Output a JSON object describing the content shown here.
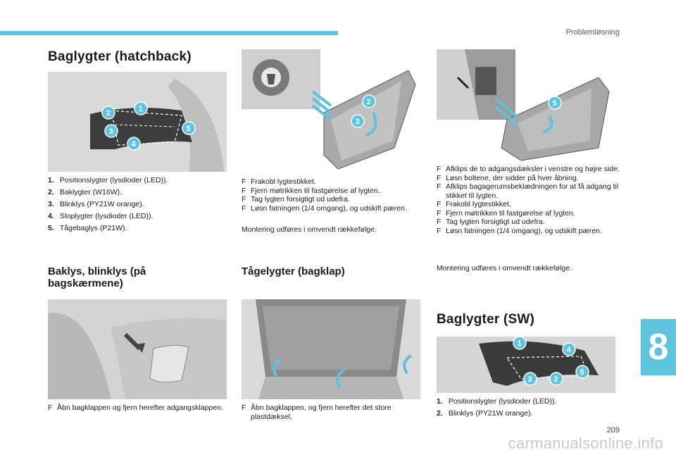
{
  "header": {
    "section": "Problemløsning"
  },
  "col1": {
    "title": "Baglygter (hatchback)",
    "items": [
      {
        "num": "1.",
        "text": "Positionslygter (lysdioder (LED))."
      },
      {
        "num": "2.",
        "text": "Baklygter (W16W)."
      },
      {
        "num": "3.",
        "text": "Blinklys (PY21W orange)."
      },
      {
        "num": "4.",
        "text": "Stoplygter (lysdioder (LED))."
      },
      {
        "num": "5.",
        "text": "Tågebaglys (P21W)."
      }
    ],
    "subtitle": "Baklys, blinklys (på bagskærmene)",
    "step": "Åbn bagklappen og fjern herefter adgangsklappen."
  },
  "col2": {
    "steps": [
      "Frakobl lygtestikket.",
      "Fjern møtrikken til fastgørelse af lygten.",
      "Tag lygten forsigtigt ud udefra.",
      "Løsn fatningen (1/4 omgang), og udskift pæren."
    ],
    "note": "Montering udføres i omvendt rækkefølge.",
    "subtitle": "Tågelygter (bagklap)",
    "step2": "Åbn bagklappen, og fjern herefter det store plastdæksel."
  },
  "col3": {
    "steps": [
      "Afklips de to adgangsdæksler i venstre og højre side.",
      "Løsn boltene, der sidder på hver åbning.",
      "Afklips bagagerumsbeklædningen for at få adgang til stikket til lygten.",
      "Frakobl lygtestikket.",
      "Fjern møtrikken til fastgørelse af lygten.",
      "Tag lygten forsigtigt ud udefra.",
      "Løsn fatningen (1/4 omgang), og udskift pæren."
    ],
    "note": "Montering udføres i omvendt rækkefølge.",
    "title": "Baglygter (SW)",
    "items": [
      {
        "num": "1.",
        "text": "Positionslygter (lysdioder (LED))."
      },
      {
        "num": "2.",
        "text": "Blinklys (PY21W orange)."
      }
    ]
  },
  "chapter": "8",
  "page_number": "209",
  "watermark": "carmanualsonline.info",
  "callouts": {
    "n1": "1",
    "n2": "2",
    "n3": "3",
    "n4": "4",
    "n5": "5"
  },
  "colors": {
    "accent": "#5ec3dc"
  }
}
